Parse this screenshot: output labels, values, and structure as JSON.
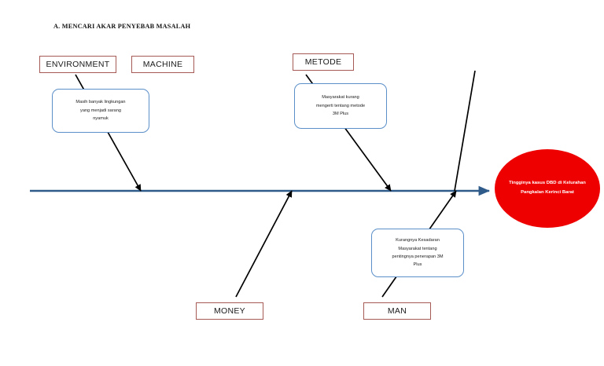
{
  "heading": "A.  MENCARI AKAR PENYEBAB MASALAH",
  "diagram": {
    "type": "fishbone-ishikawa",
    "spine_color": "#2e5b8a",
    "effect_color": "#ee0000",
    "category_border_color": "#a65a56",
    "cause_border_color": "#5b8fc9",
    "bone_color": "#000000"
  },
  "effect": {
    "text": "Tingginya kasus DBD di Kelurahan Pangkalan Kerinci Barat",
    "lines": [
      "Tingginya kasus DBD",
      "di Kelurahan",
      "Pangkalan Kerinci",
      "Barat"
    ]
  },
  "categories": [
    {
      "id": "environment",
      "label": "ENVIRONMENT",
      "position": "top"
    },
    {
      "id": "machine",
      "label": "MACHINE",
      "position": "top"
    },
    {
      "id": "metode",
      "label": "METODE",
      "position": "top"
    },
    {
      "id": "money",
      "label": "MONEY",
      "position": "bottom"
    },
    {
      "id": "man",
      "label": "MAN",
      "position": "bottom"
    }
  ],
  "causes": [
    {
      "id": "environment-cause",
      "category": "environment",
      "text": "Masih banyak lingkungan yang menjadi sarang nyamuk",
      "lines": [
        "Masih banyak lingkungan",
        "yang menjadi sarang",
        "nyamuk"
      ]
    },
    {
      "id": "metode-cause",
      "category": "metode",
      "text": "Masyarakat kurang mengerti tentang metode 3M Plus",
      "lines": [
        "Masyarakat kurang",
        "mengerti tentang metode",
        "3M Plus"
      ]
    },
    {
      "id": "man-cause",
      "category": "man",
      "text": "Kurangnya Kesadaran Masyarakat tentang pentingnya penerapan 3M Plus",
      "lines": [
        "Kurangnya Kesadaran",
        "Masyarakat tentang",
        "pentingnya penerapan 3M",
        "Plus"
      ]
    }
  ]
}
